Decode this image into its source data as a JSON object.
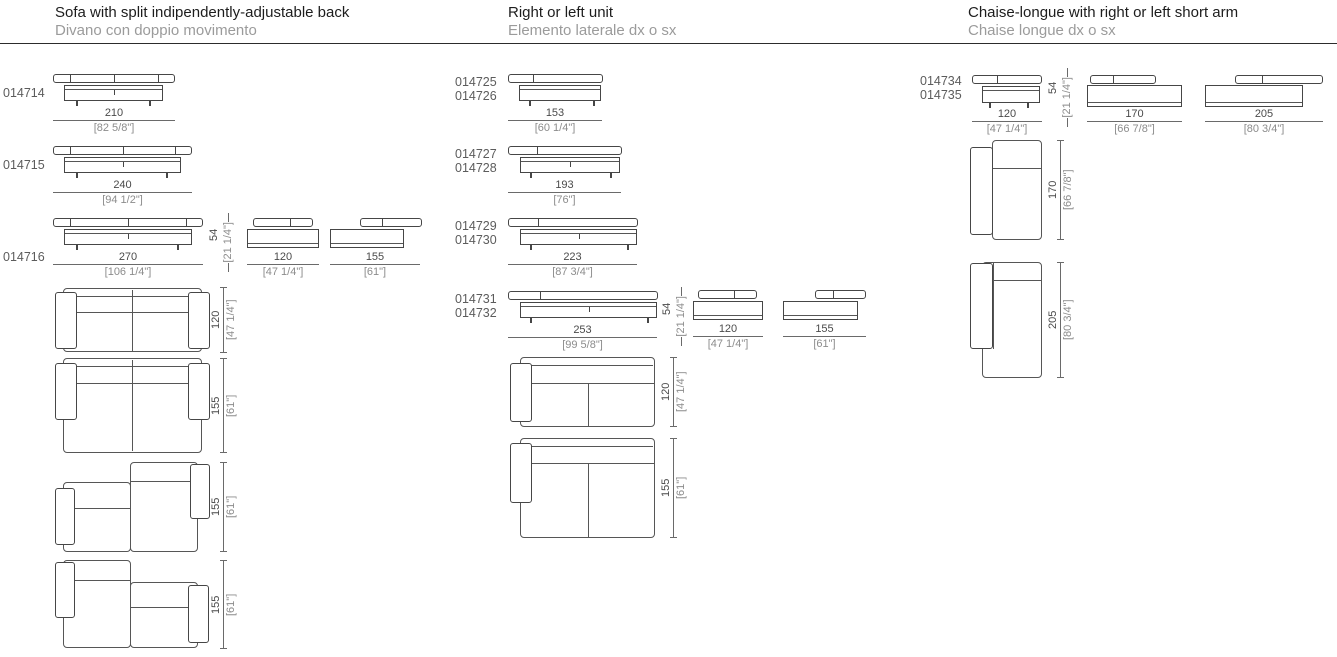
{
  "headers": [
    {
      "title": "Sofa with split indipendently-adjustable back",
      "subtitle": "Divano con doppio movimento"
    },
    {
      "title": "Right or left unit",
      "subtitle": "Elemento laterale dx o sx"
    },
    {
      "title": "Chaise-longue with right or left short arm",
      "subtitle": "Chaise longue dx o sx"
    }
  ],
  "codes": {
    "sofa_210": "014714",
    "sofa_240": "014715",
    "sofa_270": "014716",
    "unit_153_a": "014725",
    "unit_153_b": "014726",
    "unit_193_a": "014727",
    "unit_193_b": "014728",
    "unit_223_a": "014729",
    "unit_223_b": "014730",
    "unit_253_a": "014731",
    "unit_253_b": "014732",
    "chaise_a": "014734",
    "chaise_b": "014735"
  },
  "dims": {
    "d210": {
      "cm": "210",
      "in": "[82 5/8\"]"
    },
    "d240": {
      "cm": "240",
      "in": "[94 1/2\"]"
    },
    "d270": {
      "cm": "270",
      "in": "[106 1/4\"]"
    },
    "d153": {
      "cm": "153",
      "in": "[60 1/4\"]"
    },
    "d193": {
      "cm": "193",
      "in": "[76\"]"
    },
    "d223": {
      "cm": "223",
      "in": "[87 3/4\"]"
    },
    "d253": {
      "cm": "253",
      "in": "[99 5/8\"]"
    },
    "d54": {
      "cm": "54",
      "in": "[21 1/4\"]"
    },
    "d120": {
      "cm": "120",
      "in": "[47 1/4\"]"
    },
    "d155": {
      "cm": "155",
      "in": "[61\"]"
    },
    "d170": {
      "cm": "170",
      "in": "[66 7/8\"]"
    },
    "d205": {
      "cm": "205",
      "in": "[80 3/4\"]"
    }
  },
  "colors": {
    "drawing_line": "#464646",
    "title_text": "#1d1d1d",
    "subtitle_text": "#9b9b9b",
    "code_text": "#5c5c5c",
    "dim_cm_text": "#4a4a4a",
    "dim_inch_text": "#8c8c8c"
  }
}
